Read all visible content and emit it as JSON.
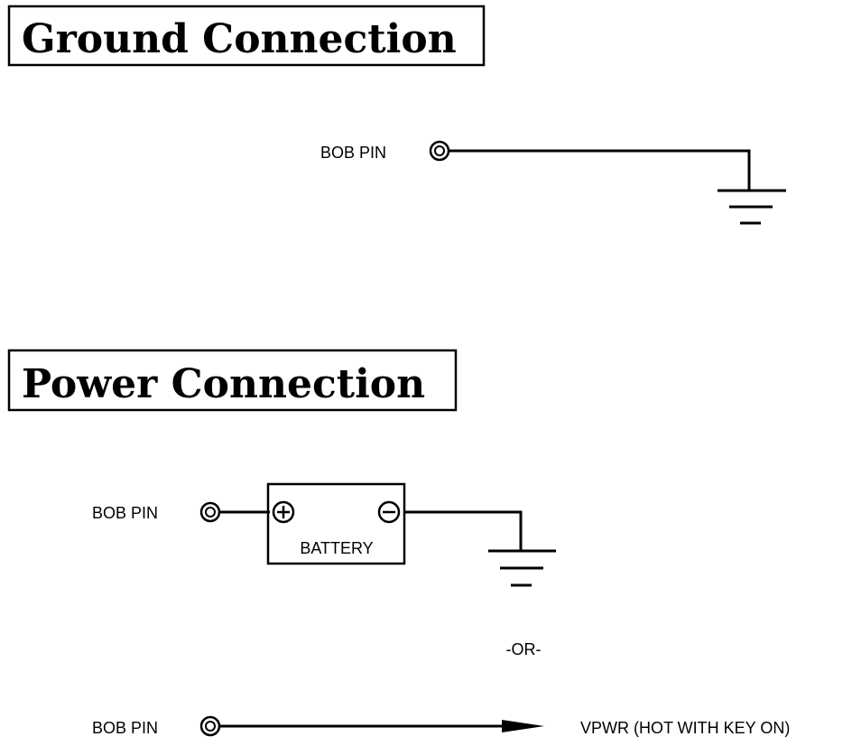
{
  "ground_section": {
    "title": "Ground Connection",
    "pin_label": "BOB PIN"
  },
  "power_section": {
    "title": "Power Connection",
    "battery_pin_label": "BOB PIN",
    "battery_label": "BATTERY",
    "or_label": "-OR-",
    "vpwr_pin_label": "BOB PIN",
    "vpwr_label": "VPWR (HOT WITH KEY ON)"
  }
}
